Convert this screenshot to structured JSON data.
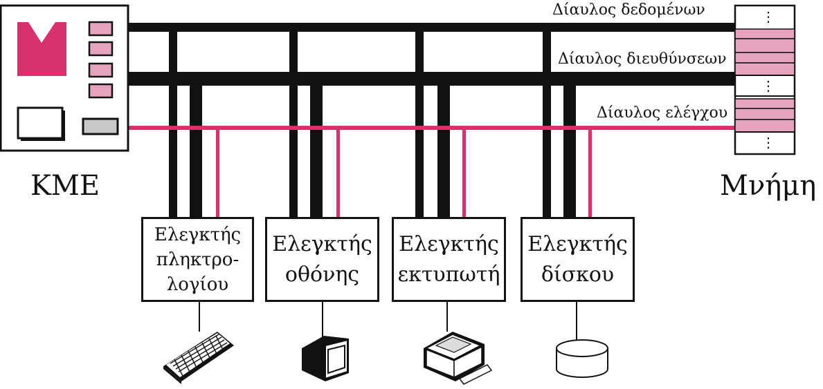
{
  "cpu": {
    "label": "ΚΜΕ"
  },
  "memory": {
    "label": "Μνήμη",
    "dots": "⋮"
  },
  "buses": {
    "data": "Δίαυλος δεδομένων",
    "address": "Δίαυλος διευθύνσεων",
    "control": "Δίαυλος ελέγχου"
  },
  "controllers": [
    {
      "lines": [
        "Ελεγκτής",
        "πληκτρο-",
        "λογίου"
      ],
      "device": "keyboard-icon"
    },
    {
      "lines": [
        "Ελεγκτής",
        "οθόνης"
      ],
      "device": "monitor-icon"
    },
    {
      "lines": [
        "Ελεγκτής",
        "εκτυπωτή"
      ],
      "device": "printer-icon"
    },
    {
      "lines": [
        "Ελεγκτής",
        "δίσκου"
      ],
      "device": "disk-icon"
    }
  ],
  "colors": {
    "bus": "#111111",
    "control_bus": "#d6336c",
    "memory_cell": "#e6a3bd",
    "cpu_accent": "#d9306e"
  }
}
